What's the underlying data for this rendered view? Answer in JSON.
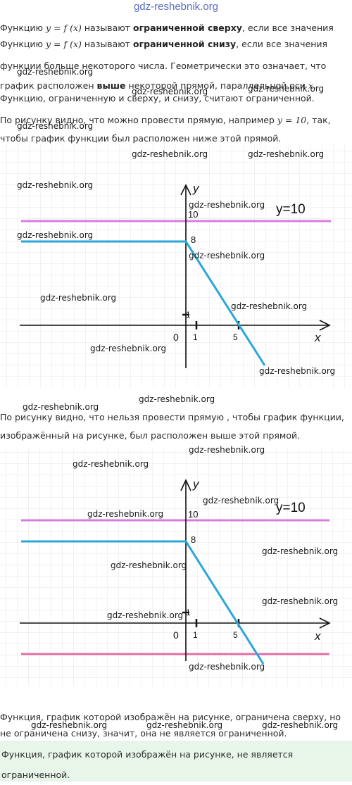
{
  "site": {
    "title": "gdz-reshebnik.org",
    "watermark": "gdz-reshebnik.org"
  },
  "text": {
    "p1a": "Функцию ",
    "p1_math": "y = f (x)",
    "p1b": " называют ",
    "p1_bold": "ограниченной сверху",
    "p1c": ", если все значения",
    "p2a": "Функцию ",
    "p2_math": "y = f (x)",
    "p2b": " называют ",
    "p2_bold": "ограниченной снизу",
    "p2c": ", если все значения",
    "p3a": "функции больше некоторого числа. Геометрически это означает, что график расположен ",
    "p3_bold": "выше",
    "p3b": " некоторой прямой, параллельной оси ",
    "p3_math": "x",
    "p3c": ".",
    "p4": "Функцию, ограниченную и сверху, и снизу, считают ограниченной.",
    "p5a": "По рисунку видно, что можно провести прямую, например ",
    "p5_math": "y = 10",
    "p5b": ", так, чтобы график функции был расположен ниже этой прямой.",
    "p6": "По рисунку видно, что нельзя провести прямую , чтобы график функции, изображённый на рисунке, был расположен выше этой прямой.",
    "p7": "Функция, график которой изображён на рисунке, ограничена сверху, но не ограничена снизу, значит, она не является ограниченной.",
    "answer": "Функция, график которой изображён на рисунке, не является ограниченной."
  },
  "graph_labels": {
    "axis_y": "y",
    "axis_x": "x",
    "origin": "0",
    "tick_x1": "1",
    "tick_x5": "5",
    "tick_y1": "1",
    "label_8": "8",
    "label_10": "10",
    "line_label": "y=10"
  },
  "colors": {
    "grid": "#e6e6ee",
    "axes": "#111111",
    "function_line": "#2aa7d8",
    "bound_line": "#d77be0",
    "lower_line": "#e26fa3",
    "answer_bg": "#e8f6ea"
  }
}
